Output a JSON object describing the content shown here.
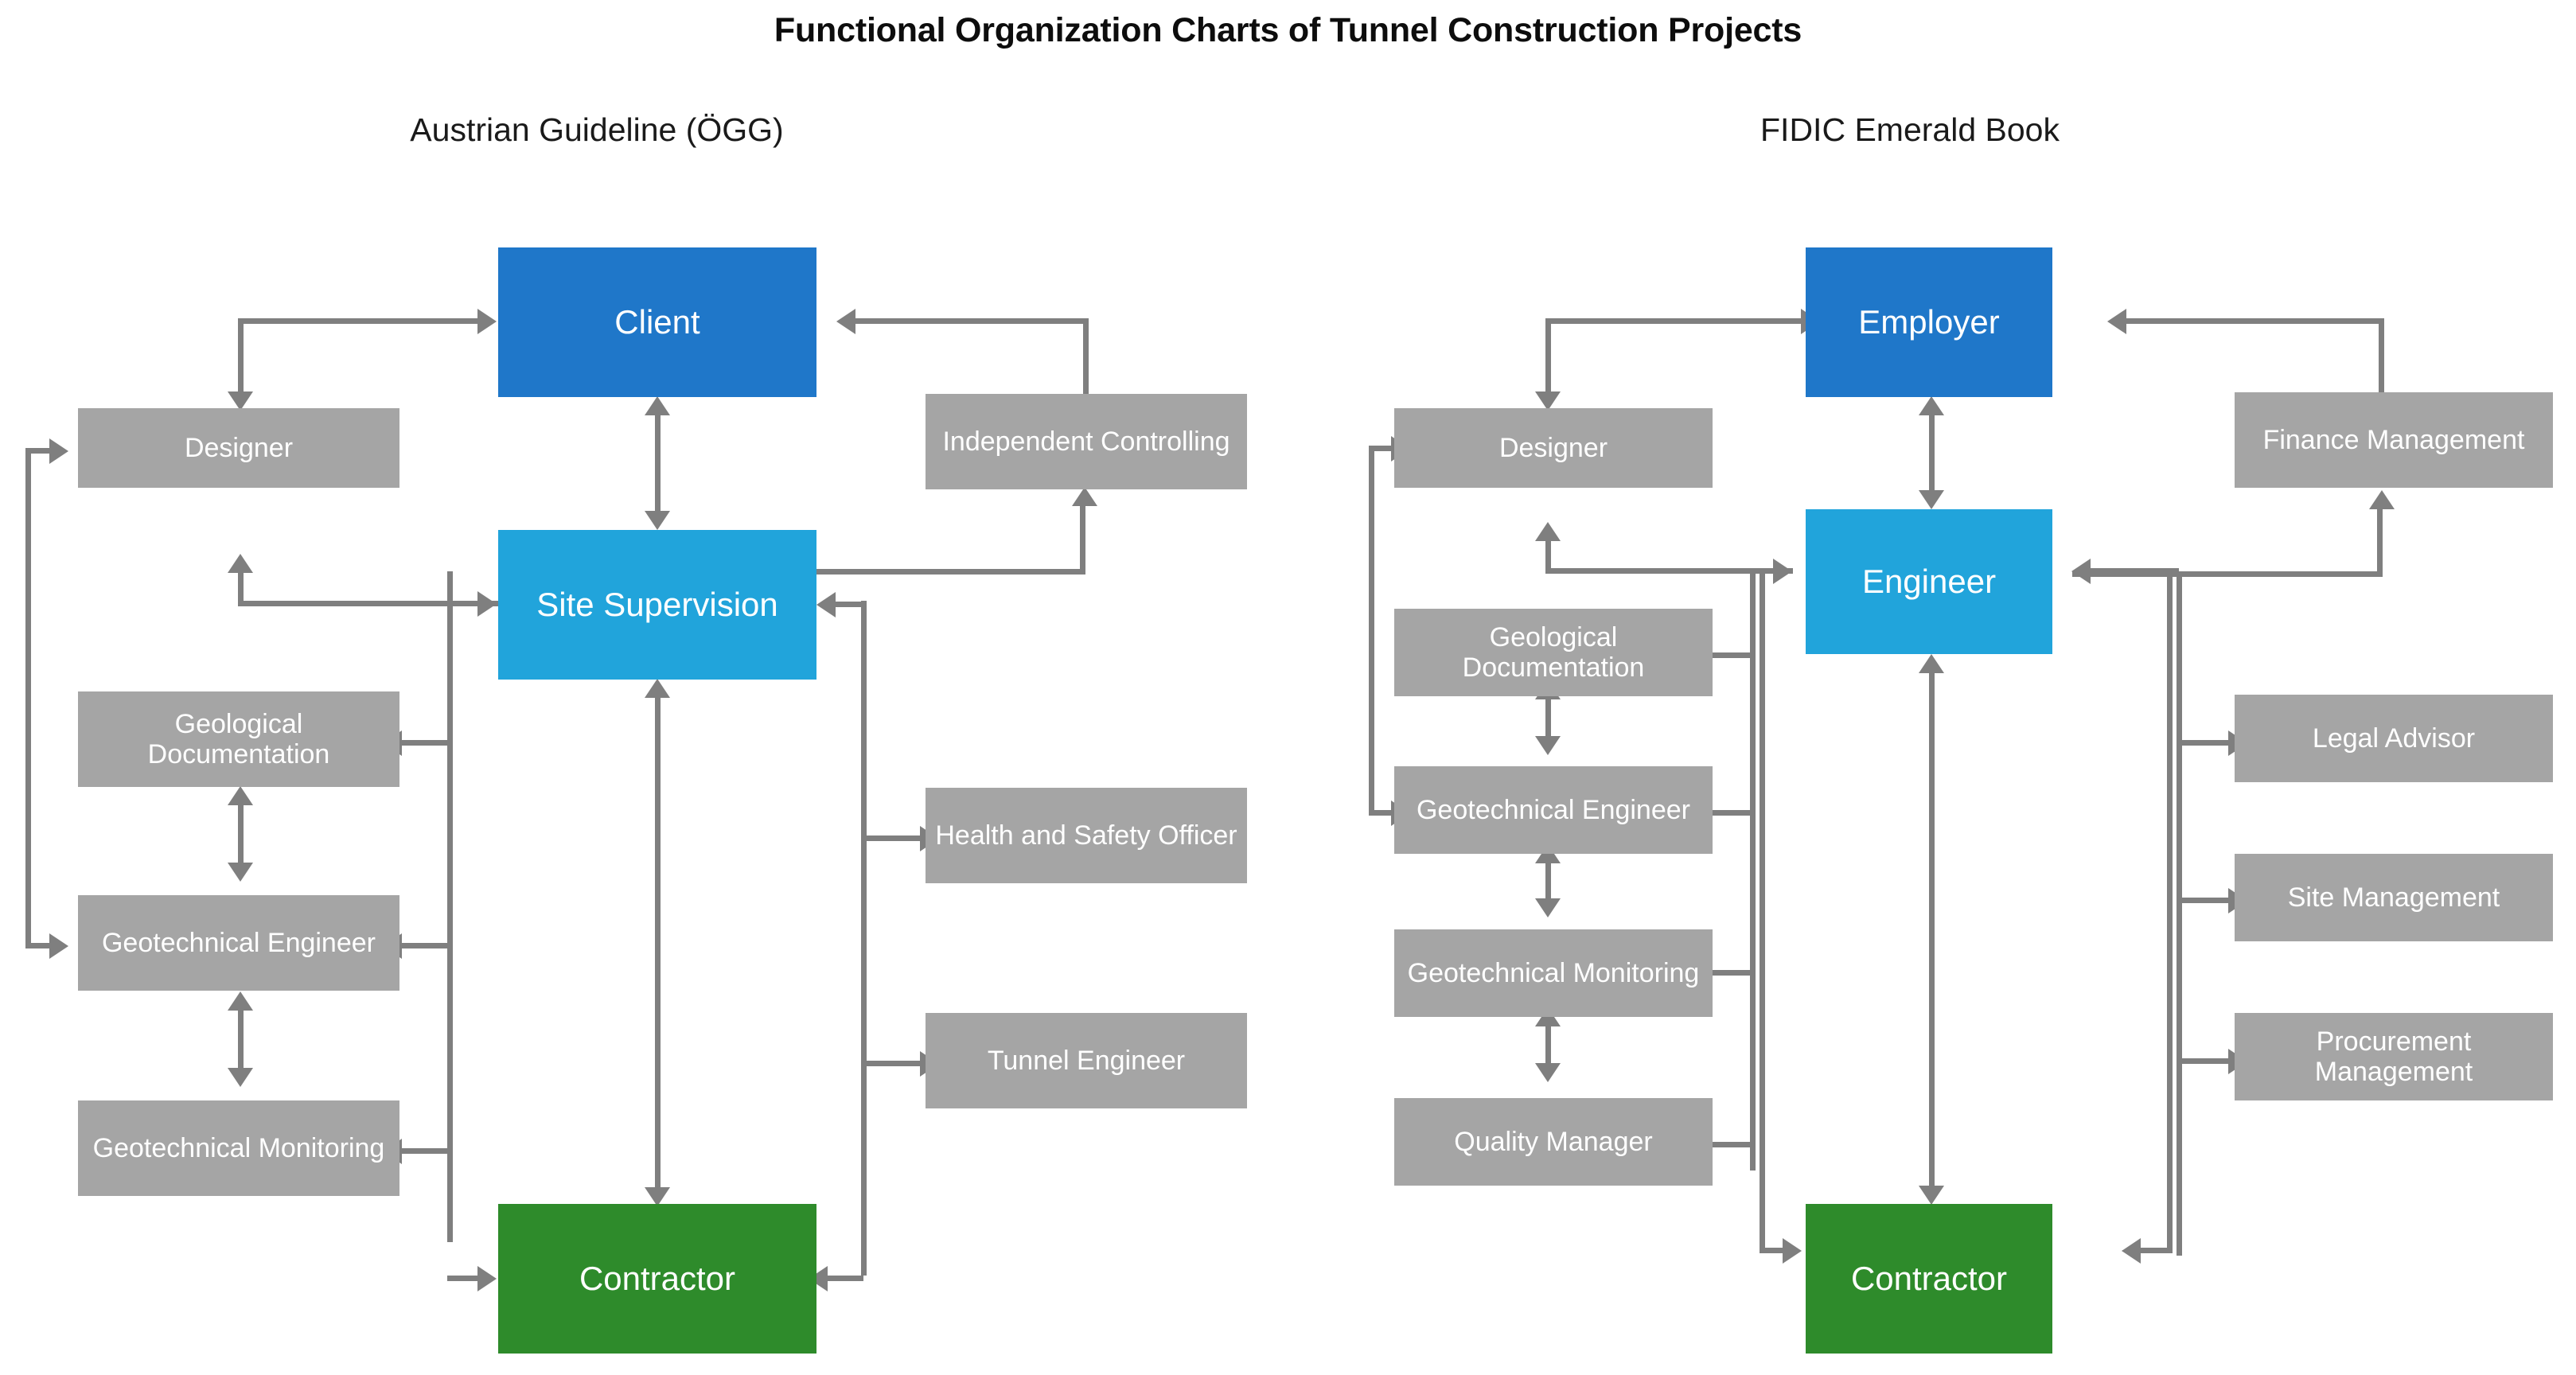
{
  "title": "Functional Organization Charts of Tunnel Construction Projects",
  "charts": [
    {
      "id": "austrian",
      "subtitle": "Austrian Guideline (ÖGG)",
      "nodes": [
        {
          "key": "client",
          "label": "Client",
          "role": "primary"
        },
        {
          "key": "site_sup",
          "label": "Site Supervision",
          "role": "secondary"
        },
        {
          "key": "contractor",
          "label": "Contractor",
          "role": "contractor"
        },
        {
          "key": "designer",
          "label": "Designer",
          "role": "support"
        },
        {
          "key": "geo_doc",
          "label": "Geological Documentation",
          "role": "support"
        },
        {
          "key": "geotech_eng",
          "label": "Geotechnical Engineer",
          "role": "support"
        },
        {
          "key": "geotech_mon",
          "label": "Geotechnical Monitoring",
          "role": "support"
        },
        {
          "key": "indep_control",
          "label": "Independent Controlling",
          "role": "support"
        },
        {
          "key": "hse_officer",
          "label": "Health and Safety Officer",
          "role": "support"
        },
        {
          "key": "tunnel_eng",
          "label": "Tunnel Engineer",
          "role": "support"
        }
      ],
      "edges": [
        {
          "from": "site_sup",
          "to": "client",
          "direction": "both"
        },
        {
          "from": "indep_control",
          "to": "client",
          "direction": "to"
        },
        {
          "from": "site_sup",
          "to": "indep_control",
          "direction": "to"
        },
        {
          "from": "designer",
          "to": "client",
          "direction": "to"
        },
        {
          "from": "designer",
          "to": "site_sup",
          "direction": "both"
        },
        {
          "from": "site_sup",
          "to": "geo_doc",
          "direction": "to"
        },
        {
          "from": "site_sup",
          "to": "geotech_eng",
          "direction": "to"
        },
        {
          "from": "site_sup",
          "to": "geotech_mon",
          "direction": "to"
        },
        {
          "from": "site_sup",
          "to": "hse_officer",
          "direction": "to"
        },
        {
          "from": "site_sup",
          "to": "tunnel_eng",
          "direction": "to"
        },
        {
          "from": "site_sup",
          "to": "contractor",
          "direction": "both"
        },
        {
          "from": "geo_doc",
          "to": "geotech_eng",
          "direction": "both"
        },
        {
          "from": "geotech_eng",
          "to": "geotech_mon",
          "direction": "both"
        },
        {
          "from": "geotech_eng",
          "to": "designer",
          "direction": "both"
        },
        {
          "from": "contractor",
          "to": "site_sup",
          "direction": "to"
        }
      ]
    },
    {
      "id": "fidic",
      "subtitle": "FIDIC Emerald Book",
      "nodes": [
        {
          "key": "employer",
          "label": "Employer",
          "role": "primary"
        },
        {
          "key": "engineer",
          "label": "Engineer",
          "role": "secondary"
        },
        {
          "key": "contractor",
          "label": "Contractor",
          "role": "contractor"
        },
        {
          "key": "designer",
          "label": "Designer",
          "role": "support"
        },
        {
          "key": "geo_doc",
          "label": "Geological Documentation",
          "role": "support"
        },
        {
          "key": "geotech_eng",
          "label": "Geotechnical Engineer",
          "role": "support"
        },
        {
          "key": "geotech_mon",
          "label": "Geotechnical Monitoring",
          "role": "support"
        },
        {
          "key": "quality_mgr",
          "label": "Quality Manager",
          "role": "support"
        },
        {
          "key": "finance_mgmt",
          "label": "Finance Management",
          "role": "support"
        },
        {
          "key": "legal_advisor",
          "label": "Legal Advisor",
          "role": "support"
        },
        {
          "key": "site_mgmt",
          "label": "Site Management",
          "role": "support"
        },
        {
          "key": "proc_mgmt",
          "label": "Procurement Management",
          "role": "support"
        }
      ],
      "edges": [
        {
          "from": "engineer",
          "to": "employer",
          "direction": "both"
        },
        {
          "from": "finance_mgmt",
          "to": "employer",
          "direction": "to"
        },
        {
          "from": "engineer",
          "to": "finance_mgmt",
          "direction": "to"
        },
        {
          "from": "designer",
          "to": "employer",
          "direction": "to"
        },
        {
          "from": "designer",
          "to": "engineer",
          "direction": "both"
        },
        {
          "from": "engineer",
          "to": "geo_doc",
          "direction": "to"
        },
        {
          "from": "engineer",
          "to": "geotech_eng",
          "direction": "to"
        },
        {
          "from": "engineer",
          "to": "geotech_mon",
          "direction": "to"
        },
        {
          "from": "engineer",
          "to": "quality_mgr",
          "direction": "to"
        },
        {
          "from": "engineer",
          "to": "legal_advisor",
          "direction": "to"
        },
        {
          "from": "engineer",
          "to": "site_mgmt",
          "direction": "to"
        },
        {
          "from": "engineer",
          "to": "proc_mgmt",
          "direction": "to"
        },
        {
          "from": "engineer",
          "to": "contractor",
          "direction": "both"
        },
        {
          "from": "geo_doc",
          "to": "geotech_eng",
          "direction": "both"
        },
        {
          "from": "geotech_eng",
          "to": "geotech_mon",
          "direction": "both"
        },
        {
          "from": "geotech_mon",
          "to": "quality_mgr",
          "direction": "both"
        },
        {
          "from": "geotech_eng",
          "to": "designer",
          "direction": "both"
        },
        {
          "from": "contractor",
          "to": "engineer",
          "direction": "to"
        }
      ]
    }
  ],
  "colors": {
    "primary": "#1f77c9",
    "secondary": "#21a4db",
    "contractor": "#2e8b2b",
    "support": "#a5a5a5",
    "connector": "#7f7f7f",
    "text_on_fill": "#ffffff",
    "heading": "#0d0d0d",
    "background": "#ffffff"
  }
}
